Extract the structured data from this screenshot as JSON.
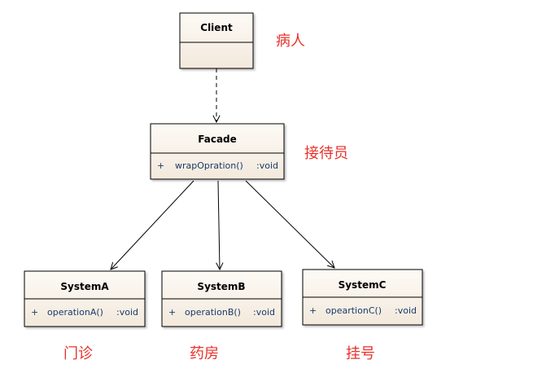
{
  "colors": {
    "box_fill": "#f7f0e7",
    "box_stroke": "#000000",
    "note_color": "#e8312a",
    "op_text": "#1a3a6b"
  },
  "client": {
    "name": "Client",
    "note": "病人"
  },
  "facade": {
    "name": "Facade",
    "note": "接待员",
    "op_visibility": "+",
    "op_name": "wrapOpration()",
    "op_return": ":void"
  },
  "systemA": {
    "name": "SystemA",
    "note": "门诊",
    "op_visibility": "+",
    "op_name": "operationA()",
    "op_return": ":void"
  },
  "systemB": {
    "name": "SystemB",
    "note": "药房",
    "op_visibility": "+",
    "op_name": "operationB()",
    "op_return": ":void"
  },
  "systemC": {
    "name": "SystemC",
    "note": "挂号",
    "op_visibility": "+",
    "op_name": "opeartionC()",
    "op_return": ":void"
  }
}
